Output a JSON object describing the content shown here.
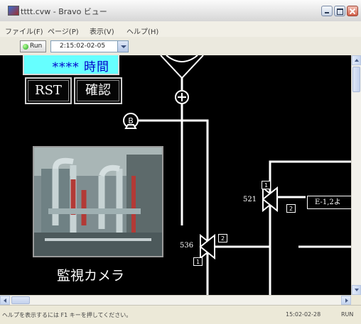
{
  "window": {
    "title": "tttt.cvw - Bravo ビュー",
    "icon": "app-icon"
  },
  "menu": {
    "items": [
      "ファイル(F)",
      "ページ(P)",
      "表示(V)",
      "ヘルプ(H)"
    ]
  },
  "toolbar": {
    "run_label": "Run",
    "run_status_color": "#22aa22",
    "time_value": "2:15:02-02-05"
  },
  "panel": {
    "hours_text": "**** 時間",
    "rst_label": "RST",
    "confirm_label": "確認",
    "hours_bg_color": "#66ffff",
    "hours_text_color": "#0000cc"
  },
  "diagram": {
    "pump_label": "B",
    "valve_536": {
      "label": "536",
      "port_right": "2",
      "port_bottom": "1"
    },
    "valve_521": {
      "label": "521",
      "port_top": "1",
      "port_bottom": "2"
    },
    "equipment_label": "E-1,2よ",
    "camera_label": "監視カメラ",
    "line_color": "#ffffff",
    "background_color": "#000000"
  },
  "status": {
    "help_text": "ヘルプを表示するには F1 キーを押してください。",
    "time": "15:02-02-28",
    "mode": "RUN"
  }
}
